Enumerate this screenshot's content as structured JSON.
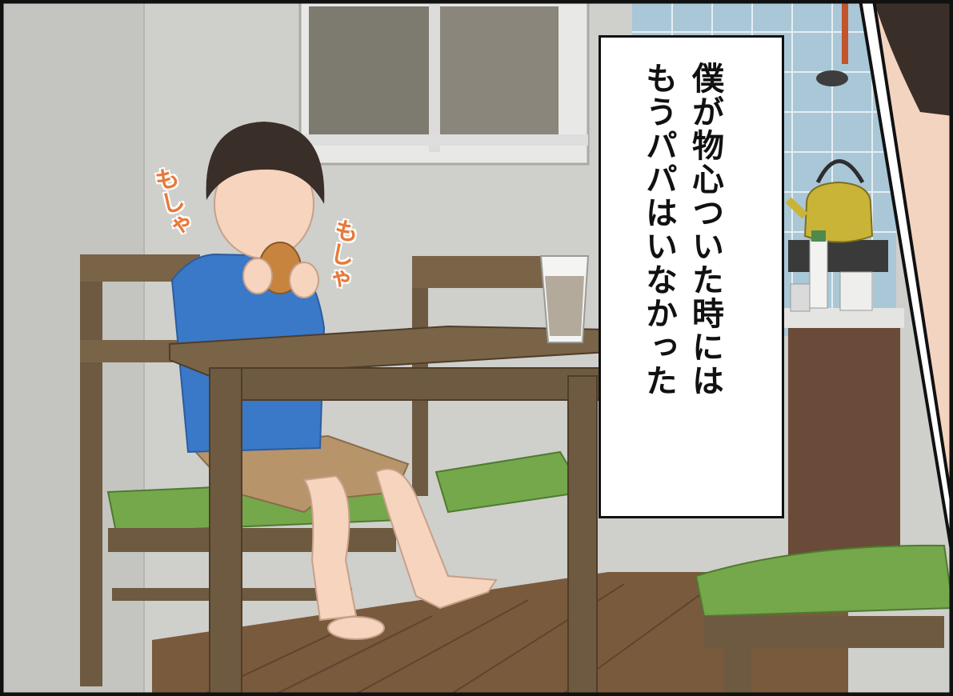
{
  "caption": {
    "line1": "僕が物心ついた時には",
    "line2": "もうパパはいなかった"
  },
  "sound_effects": {
    "left": "もしゃ",
    "right": "もしゃ"
  },
  "colors": {
    "wall": "#c9c9c6",
    "table": "#6e5a40",
    "chair_seat": "#74a84a",
    "shirt": "#3a78c8",
    "shorts": "#b8946a",
    "tiles": "#a8c6d6",
    "kettle": "#c9b438",
    "sfx": "#e8793a"
  }
}
